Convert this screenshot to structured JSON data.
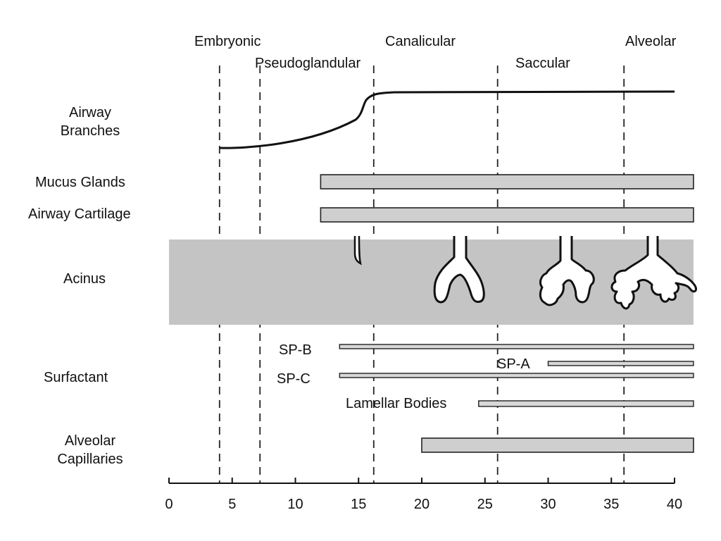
{
  "stages": [
    "Embryonic",
    "Pseudoglandular",
    "Canalicular",
    "Saccular",
    "Alveolar"
  ],
  "rows": {
    "airway_branches": [
      "Airway",
      "Branches"
    ],
    "mucus_glands": "Mucus Glands",
    "airway_cartilage": "Airway Cartilage",
    "acinus": "Acinus",
    "surfactant": "Surfactant",
    "alveolar_capillaries": [
      "Alveolar",
      "Capillaries"
    ]
  },
  "surfactant_labels": {
    "sp_b": "SP-B",
    "sp_c": "SP-C",
    "sp_a": "SP-A",
    "lamellar_bodies": "Lamellar Bodies"
  },
  "axis": {
    "ticks": [
      "0",
      "5",
      "10",
      "15",
      "20",
      "25",
      "30",
      "35",
      "40"
    ],
    "range": [
      0,
      40
    ]
  },
  "stage_boundaries": [
    4,
    7.2,
    16.2,
    26,
    36
  ],
  "bars": {
    "mucus_glands": [
      12,
      41.5
    ],
    "airway_cartilage": [
      12,
      41.5
    ],
    "acinus": [
      0,
      41.5
    ],
    "sp_b": [
      13.5,
      41.5
    ],
    "sp_c": [
      13.5,
      41.5
    ],
    "sp_a": [
      30,
      41.5
    ],
    "lamellar_bodies": [
      24.5,
      41.5
    ],
    "alveolar_capillaries": [
      20,
      41.5
    ]
  },
  "colors": {
    "bar_fill": "#cfcfcf",
    "acinus_fill": "#c4c4c4",
    "line": "#111111"
  }
}
